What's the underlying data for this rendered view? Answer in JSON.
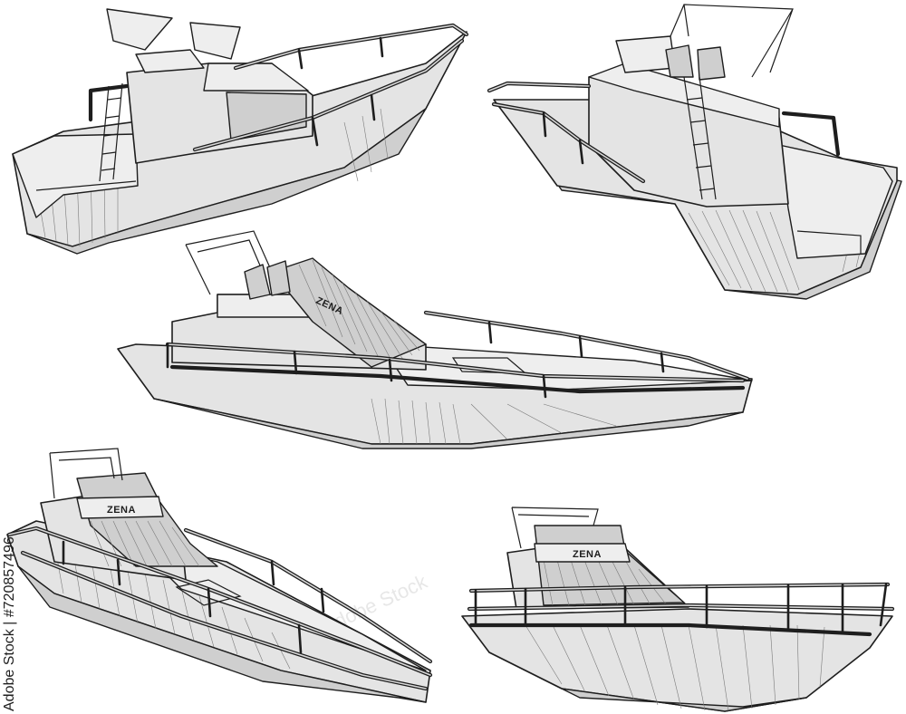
{
  "illustration": {
    "boats": [
      {
        "hull_name": ""
      },
      {
        "hull_name": ""
      },
      {
        "hull_name": "ZENA"
      },
      {
        "hull_name": "ZENA"
      },
      {
        "hull_name": "ZENA"
      }
    ],
    "watermark_text": "Adobe Stock",
    "stock_id": "Adobe Stock | #720857496",
    "colors": {
      "line": "#1e1e1e",
      "fill": "#e4e4e4",
      "background": "#ffffff"
    }
  }
}
